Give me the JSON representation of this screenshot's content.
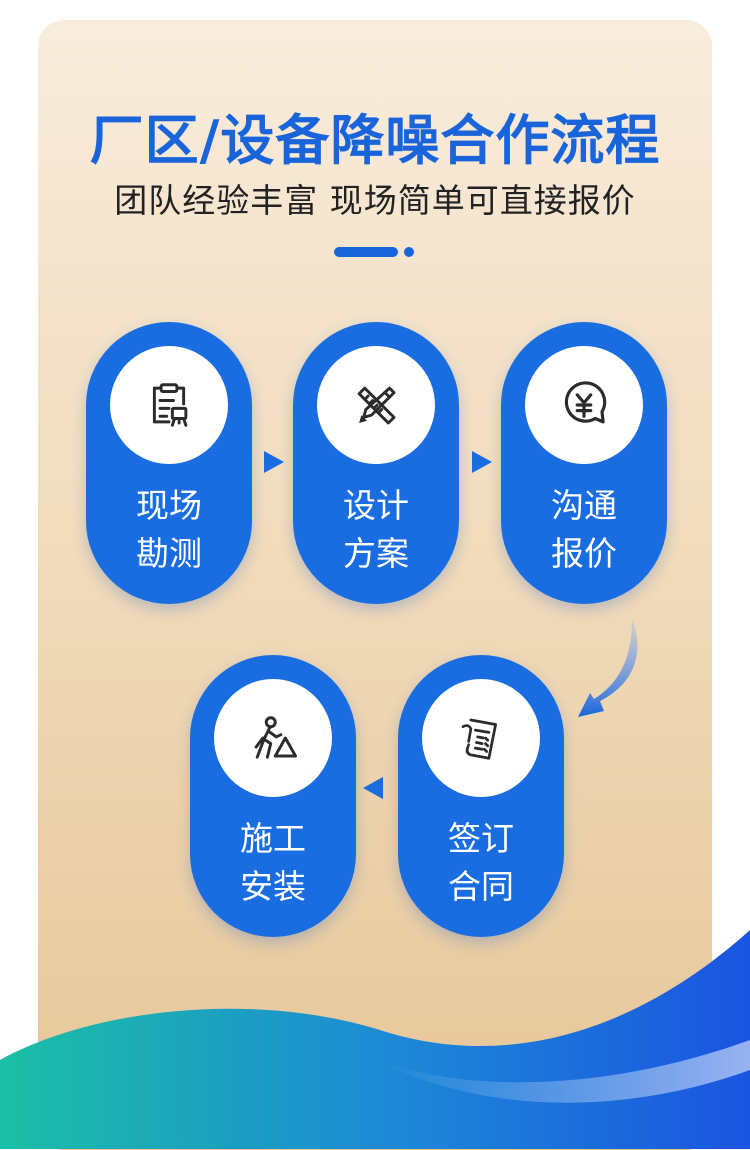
{
  "title": "厂区/设备降噪合作流程",
  "subtitle": "团队经验丰富 现场简单可直接报价",
  "steps": [
    {
      "line1": "现场",
      "line2": "勘测",
      "icon": "survey-clipboard-icon"
    },
    {
      "line1": "设计",
      "line2": "方案",
      "icon": "pencil-ruler-icon"
    },
    {
      "line1": "沟通",
      "line2": "报价",
      "icon": "yuan-chat-icon"
    },
    {
      "line1": "签订",
      "line2": "合同",
      "icon": "contract-document-icon"
    },
    {
      "line1": "施工",
      "line2": "安装",
      "icon": "construction-worker-icon"
    }
  ],
  "colors": {
    "accent": "#1a64db",
    "step_fill": "#1a6de0",
    "card_top": "#f8ecdc",
    "card_bottom": "#e6c597",
    "wave_teal": "#1bbfa5"
  }
}
